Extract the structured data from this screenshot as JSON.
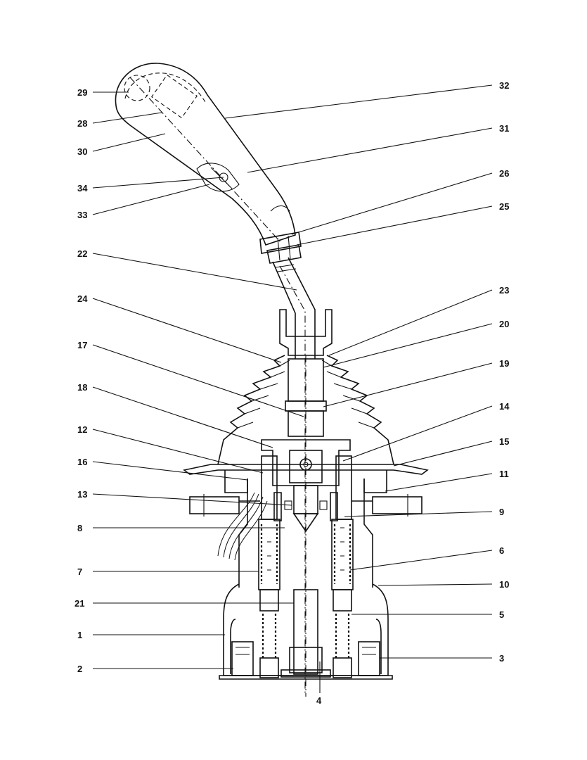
{
  "labels_left": [
    {
      "id": "29",
      "text": "29"
    },
    {
      "id": "28",
      "text": "28"
    },
    {
      "id": "30",
      "text": "30"
    },
    {
      "id": "34",
      "text": "34"
    },
    {
      "id": "33",
      "text": "33"
    },
    {
      "id": "22",
      "text": "22"
    },
    {
      "id": "24",
      "text": "24"
    },
    {
      "id": "17",
      "text": "17"
    },
    {
      "id": "18",
      "text": "18"
    },
    {
      "id": "12",
      "text": "12"
    },
    {
      "id": "16",
      "text": "16"
    },
    {
      "id": "13",
      "text": "13"
    },
    {
      "id": "8",
      "text": "8"
    },
    {
      "id": "7",
      "text": "7"
    },
    {
      "id": "21",
      "text": "21"
    },
    {
      "id": "1",
      "text": "1"
    },
    {
      "id": "2",
      "text": "2"
    }
  ],
  "labels_right": [
    {
      "id": "32",
      "text": "32"
    },
    {
      "id": "31",
      "text": "31"
    },
    {
      "id": "26",
      "text": "26"
    },
    {
      "id": "25",
      "text": "25"
    },
    {
      "id": "23",
      "text": "23"
    },
    {
      "id": "20",
      "text": "20"
    },
    {
      "id": "19",
      "text": "19"
    },
    {
      "id": "14",
      "text": "14"
    },
    {
      "id": "15",
      "text": "15"
    },
    {
      "id": "11",
      "text": "11"
    },
    {
      "id": "9",
      "text": "9"
    },
    {
      "id": "6",
      "text": "6"
    },
    {
      "id": "10",
      "text": "10"
    },
    {
      "id": "5",
      "text": "5"
    },
    {
      "id": "3",
      "text": "3"
    }
  ],
  "labels_bottom": [
    {
      "id": "4",
      "text": "4"
    }
  ]
}
